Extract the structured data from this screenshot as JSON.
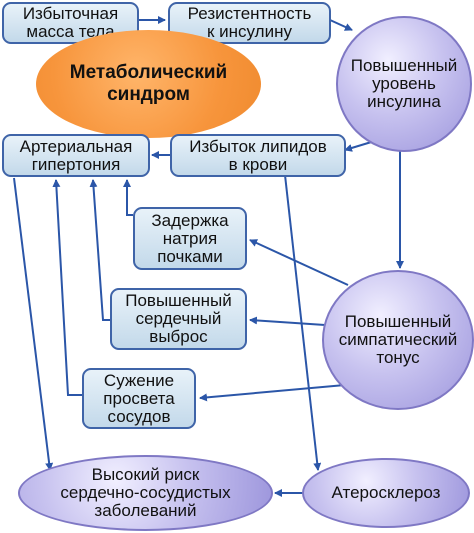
{
  "center": {
    "line1": "Метаболический",
    "line2": "синдром"
  },
  "nodes": {
    "excess_weight": {
      "line1": "Избыточная",
      "line2": "масса тела"
    },
    "insulin_resistance": {
      "line1": "Резистентность",
      "line2": "к инсулину"
    },
    "high_insulin": {
      "line1": "Повышенный",
      "line2": "уровень",
      "line3": "инсулина"
    },
    "hypertension": {
      "line1": "Артериальная",
      "line2": "гипертония"
    },
    "excess_lipids": {
      "line1": "Избыток липидов",
      "line2": "в крови"
    },
    "sodium_retention": {
      "line1": "Задержка",
      "line2": "натрия",
      "line3": "почками"
    },
    "cardiac_output": {
      "line1": "Повышенный",
      "line2": "сердечный",
      "line3": "выброс"
    },
    "sympathetic_tone": {
      "line1": "Повышенный",
      "line2": "симпатический",
      "line3": "тонус"
    },
    "vessel_narrowing": {
      "line1": "Сужение",
      "line2": "просвета",
      "line3": "сосудов"
    },
    "cv_risk": {
      "line1": "Высокий риск",
      "line2": "сердечно-сосудистых",
      "line3": "заболеваний"
    },
    "atherosclerosis": {
      "line1": "Атеросклероз"
    }
  },
  "colors": {
    "box_border": "#3f64a8",
    "arrow": "#2b56a8",
    "center_fill": "#f7953c",
    "circle_fill": "#b9b3ea"
  }
}
